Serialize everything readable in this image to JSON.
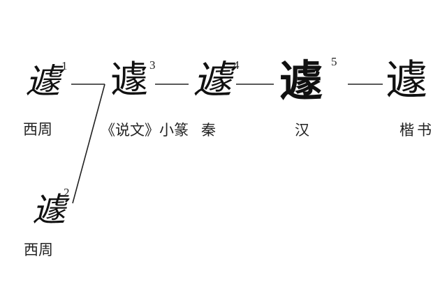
{
  "nodes": [
    {
      "id": 1,
      "number": "1",
      "glyph": "遽",
      "label": "西周"
    },
    {
      "id": 2,
      "number": "2",
      "glyph": "遽",
      "label": "西周"
    },
    {
      "id": 3,
      "number": "3",
      "glyph": "遽",
      "label": "《说文》小篆"
    },
    {
      "id": 4,
      "number": "4",
      "glyph": "遽",
      "label": "秦"
    },
    {
      "id": 5,
      "number": "5",
      "glyph": "遽",
      "label": "汉"
    },
    {
      "id": 6,
      "number": "",
      "glyph": "遽",
      "label": "楷书"
    }
  ],
  "colors": {
    "ink": "#111111",
    "line": "#222222",
    "background": "#ffffff"
  }
}
